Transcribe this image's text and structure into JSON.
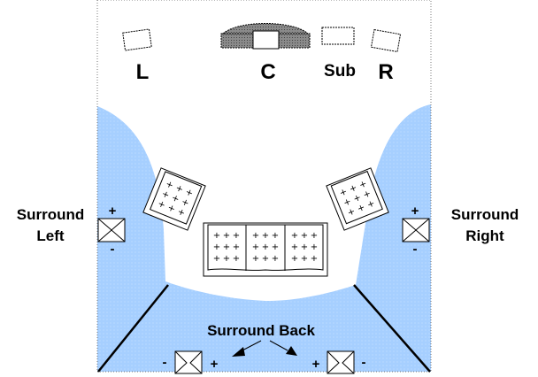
{
  "colors": {
    "floor": "#a6cfff",
    "wall": "#000000",
    "speaker": "#ffffff",
    "center_body": "#888888"
  },
  "speakers": {
    "left": {
      "label": "L",
      "icon": "speaker-icon"
    },
    "center": {
      "label": "C",
      "icon": "center-speaker-icon"
    },
    "sub": {
      "label": "Sub",
      "icon": "subwoofer-icon"
    },
    "right": {
      "label": "R",
      "icon": "speaker-icon"
    },
    "surround_left": {
      "label_line1": "Surround",
      "label_line2": "Left",
      "plus": "+",
      "minus": "-"
    },
    "surround_right": {
      "label_line1": "Surround",
      "label_line2": "Right",
      "plus": "+",
      "minus": "-"
    },
    "surround_back": {
      "label": "Surround Back",
      "left_minus": "-",
      "left_plus": "+",
      "right_plus": "+",
      "right_minus": "-"
    }
  }
}
